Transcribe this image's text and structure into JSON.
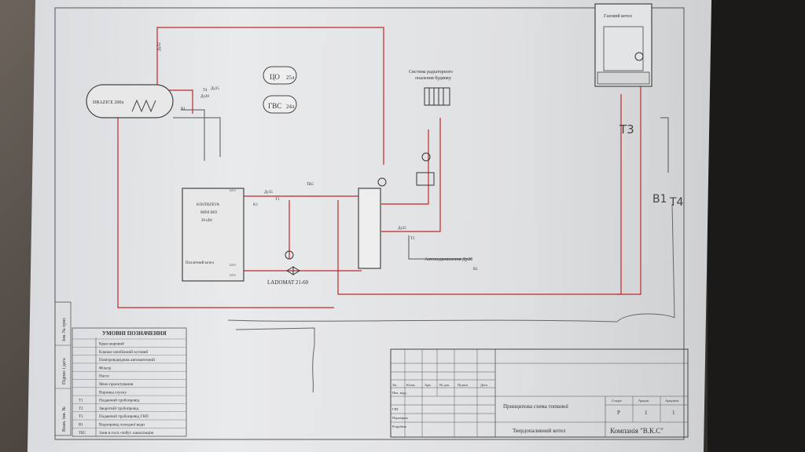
{
  "colors": {
    "supply": "#c0282b",
    "return": "#c0282b",
    "cold": "#555",
    "paper": "#e4e5e7"
  },
  "boiler_water_heater": {
    "label": "DRAZICE 200л"
  },
  "expansion_tanks": [
    {
      "label": "ЦО",
      "volume": "25л"
    },
    {
      "label": "ГВС",
      "volume": "24л"
    }
  ],
  "solid_boiler": {
    "brand": "KOSTRZEVA",
    "model": "MINI BIO",
    "power": "20 кВт",
    "note": "Пеллетний котел",
    "ports": [
      "G1½",
      "G1½",
      "G1½"
    ]
  },
  "gas_boiler": {
    "label": "Газовий котел"
  },
  "heating_system": {
    "label_line1": "Система радіаторного",
    "label_line2": "опалення будинку"
  },
  "ladomat": {
    "label": "LADOMAT 21-60"
  },
  "auto_fill": {
    "label": "Автоподживлення Ду20"
  },
  "pipe_labels": {
    "du32": "Ду32",
    "du25": "Ду25",
    "du20": "Ду20",
    "du35": "Ду35",
    "du25b": "Ду25",
    "t1": "T1",
    "t2": "T2",
    "t4": "T4",
    "b1": "B1",
    "k1": "K1",
    "b1b": "B1",
    "tb5": "ТВ5",
    "hand_t3": "T3",
    "hand_b1": "B1",
    "hand_t4": "T4"
  },
  "legend": {
    "title": "УМОВНІ ПОЗНАЧЕННЯ",
    "items": [
      {
        "symbol": "ball-valve",
        "text": "Кран шаровий"
      },
      {
        "symbol": "safety-valve",
        "text": "Клапан запобіжний кутовий"
      },
      {
        "symbol": "air-vent",
        "text": "Повітровідвідник автоматичний"
      },
      {
        "symbol": "filter",
        "text": "Фільтр"
      },
      {
        "symbol": "pump",
        "text": "Насос"
      },
      {
        "symbol": "boundary",
        "text": "Межі проектування"
      },
      {
        "symbol": "funnel",
        "text": "Воронка спуску"
      },
      {
        "symbol": "T1",
        "text": "Подаючий трубопровід"
      },
      {
        "symbol": "T2",
        "text": "Зворотній трубопровід"
      },
      {
        "symbol": "T3",
        "text": "Подаючий трубопровід ГВП"
      },
      {
        "symbol": "B1",
        "text": "Водопровід холодної води"
      },
      {
        "symbol": "TB5",
        "text": "Злив в госп.-побут. каналізацію"
      }
    ]
  },
  "title_block": {
    "col_headers": [
      "Зм.",
      "Кільк.",
      "Арк.",
      "№ док.",
      "Підпис",
      "Дата"
    ],
    "row_labels": [
      "Нач. відд.",
      "ГІП",
      "Перевірив",
      "Розробив"
    ],
    "drawing_name": "Принципова схема топкової",
    "subject": "Твердопаливний котел",
    "stage_header": "Стадія",
    "sheet_header": "Аркуш",
    "sheets_header": "Аркушів",
    "stage": "Р",
    "sheet": "1",
    "sheets": "1",
    "company": "Компанія \"В.К.С\""
  },
  "side_stamp": [
    "Інв. № ориг.",
    "Підпис і дата",
    "Взам. інв. №"
  ]
}
